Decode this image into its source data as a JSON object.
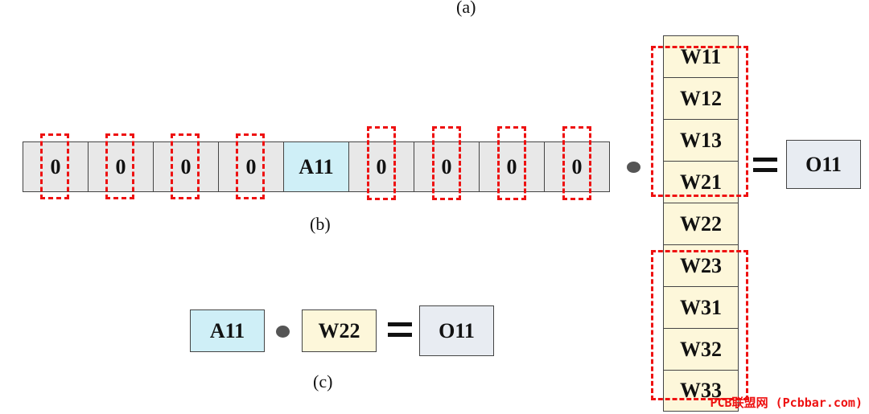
{
  "captions": {
    "a": "(a)",
    "b": "(b)",
    "c": "(c)"
  },
  "input_row": [
    "0",
    "0",
    "0",
    "0",
    "A11",
    "0",
    "0",
    "0",
    "0"
  ],
  "weights": [
    "W11",
    "W12",
    "W13",
    "W21",
    "W22",
    "W23",
    "W31",
    "W32",
    "W33"
  ],
  "output_b": "O11",
  "expr_c": {
    "a": "A11",
    "w": "W22",
    "o": "O11"
  },
  "watermark": "PCB联盟网 (Pcbbar.com)",
  "colors": {
    "zero_cell": "#e8e8e8",
    "activation_cell": "#cfeff7",
    "weight_cell": "#fdf7da",
    "output_cell": "#e8ecf2",
    "dashed_highlight": "#ee1111"
  }
}
